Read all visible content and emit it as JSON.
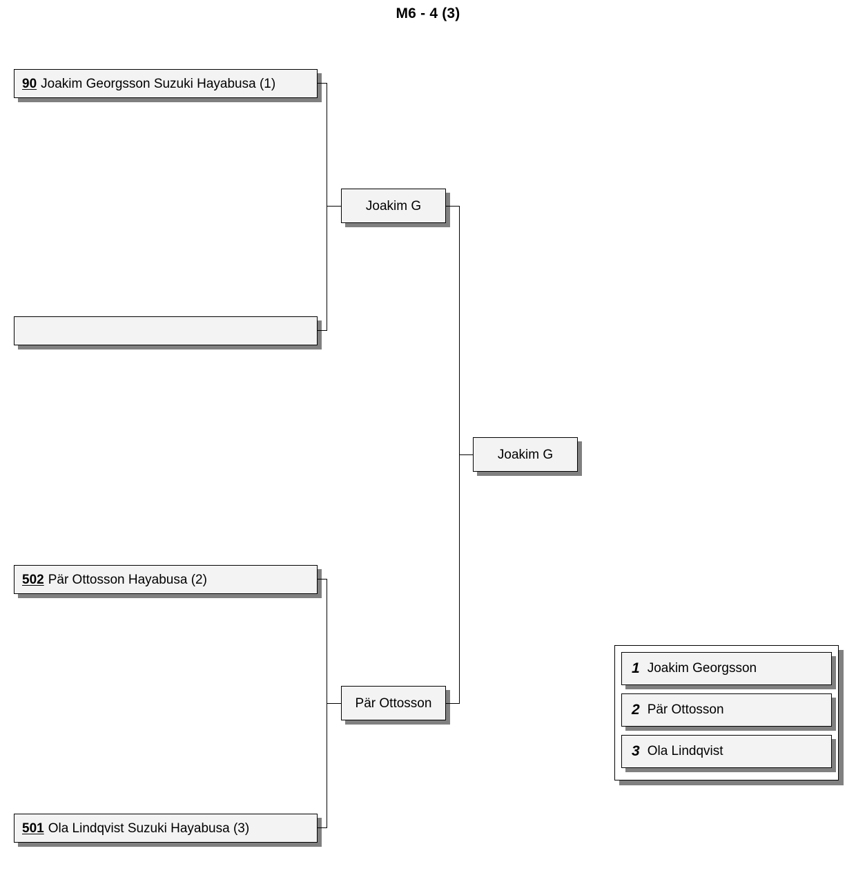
{
  "title": "M6 - 4 (3)",
  "bracket": {
    "round1": [
      {
        "number": "90",
        "text": "Joakim Georgsson Suzuki Hayabusa (1)"
      },
      {
        "number": "",
        "text": ""
      },
      {
        "number": "502",
        "text": "Pär Ottosson Hayabusa (2)"
      },
      {
        "number": "501",
        "text": "Ola Lindqvist Suzuki Hayabusa (3)"
      }
    ],
    "round2": [
      {
        "text": "Joakim G"
      },
      {
        "text": "Pär Ottosson"
      }
    ],
    "final": [
      {
        "text": "Joakim G"
      }
    ]
  },
  "results": {
    "rows": [
      {
        "rank": "1",
        "name": "Joakim Georgsson"
      },
      {
        "rank": "2",
        "name": "Pär Ottosson"
      },
      {
        "rank": "3",
        "name": "Ola Lindqvist"
      }
    ]
  },
  "colors": {
    "box_fill": "#f3f3f3",
    "box_border": "#000000",
    "box_shadow": "#808080",
    "page_background": "#ffffff"
  }
}
